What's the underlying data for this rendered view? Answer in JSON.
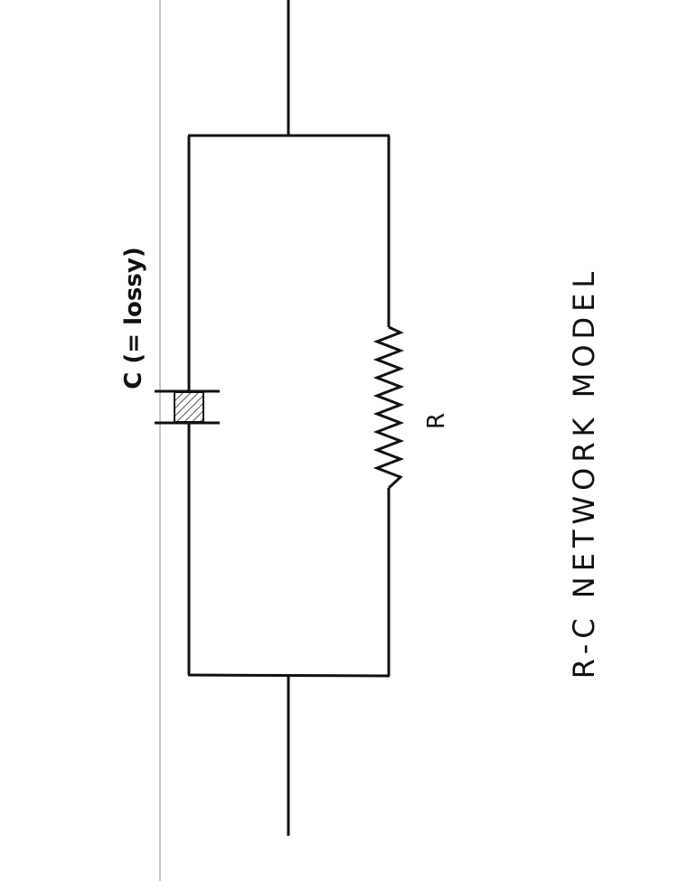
{
  "diagram": {
    "title": "R-C NETWORK MODEL",
    "capacitor_label": "C (= lossy)",
    "resistor_label": "R"
  }
}
